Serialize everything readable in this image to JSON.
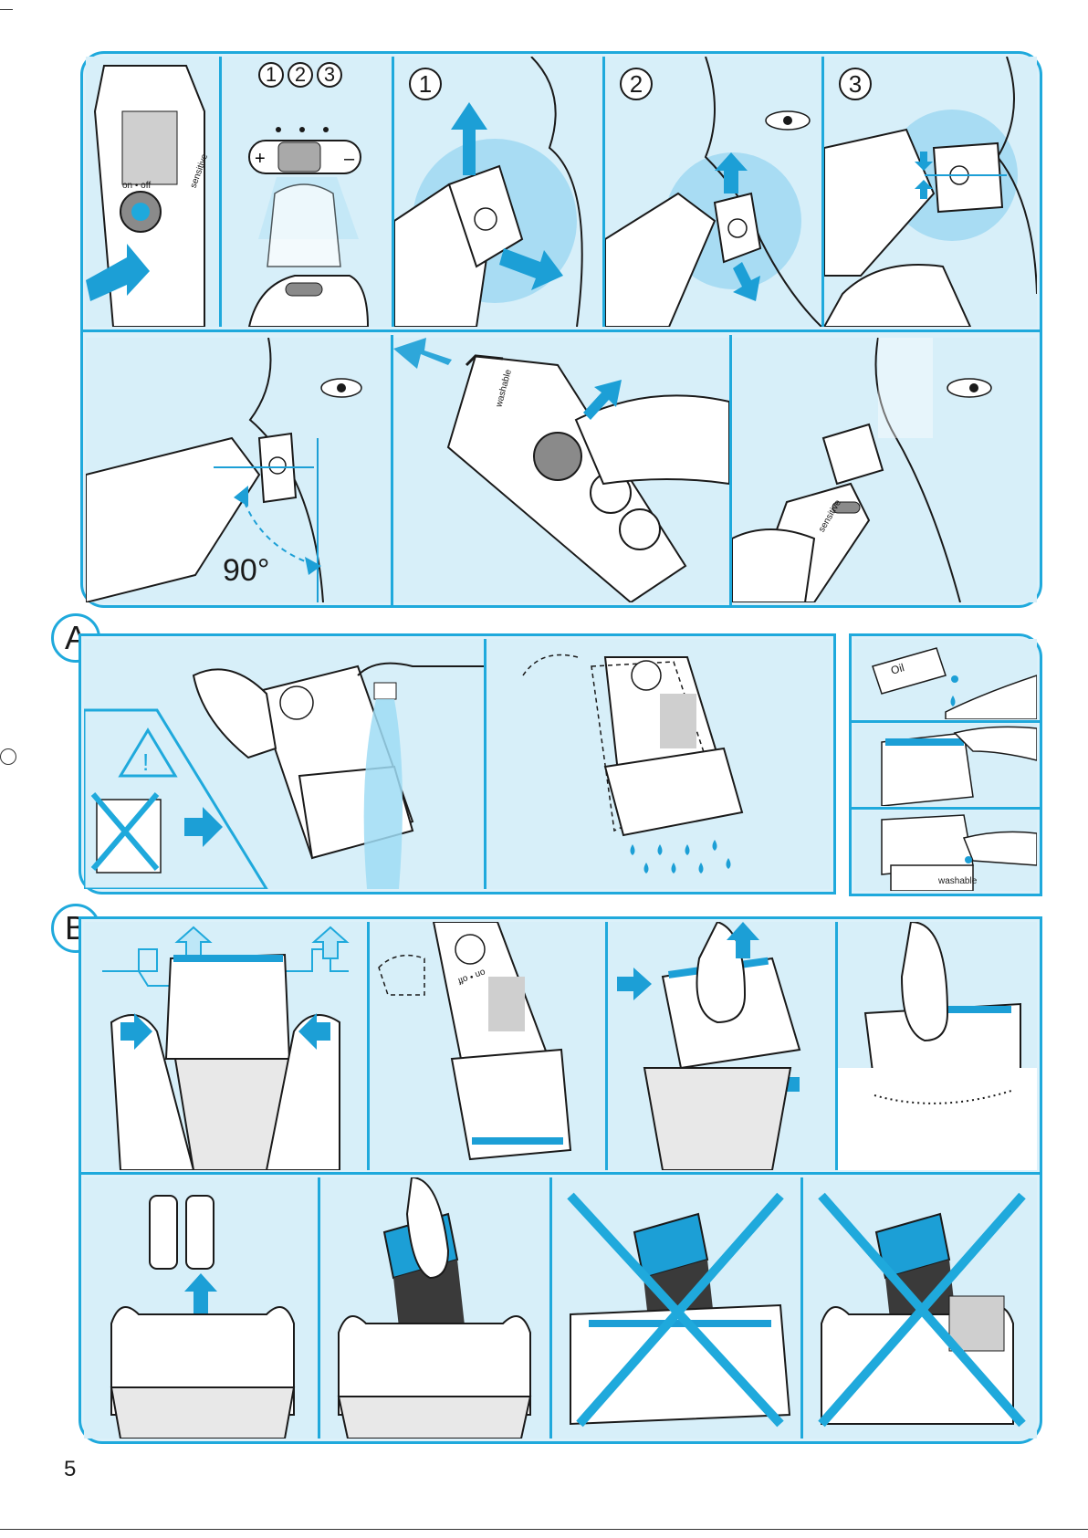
{
  "top_panel": {
    "step_numbers": [
      "1",
      "2",
      "3"
    ],
    "selector_labels": [
      "1",
      "2",
      "3"
    ],
    "switch_label": "on • off",
    "sensitive_label": "sensitive",
    "washable_label": "washable",
    "angle_label": "90°"
  },
  "section_a": {
    "label": "A",
    "oil_label": "Oil",
    "washable_label": "washable"
  },
  "section_b": {
    "label": "B"
  },
  "page_number": "5",
  "colors": {
    "accent": "#1fa9dc",
    "panel_bg": "#d7eff9",
    "line": "#1a1a1a",
    "arrow": "#1c9fd6"
  }
}
